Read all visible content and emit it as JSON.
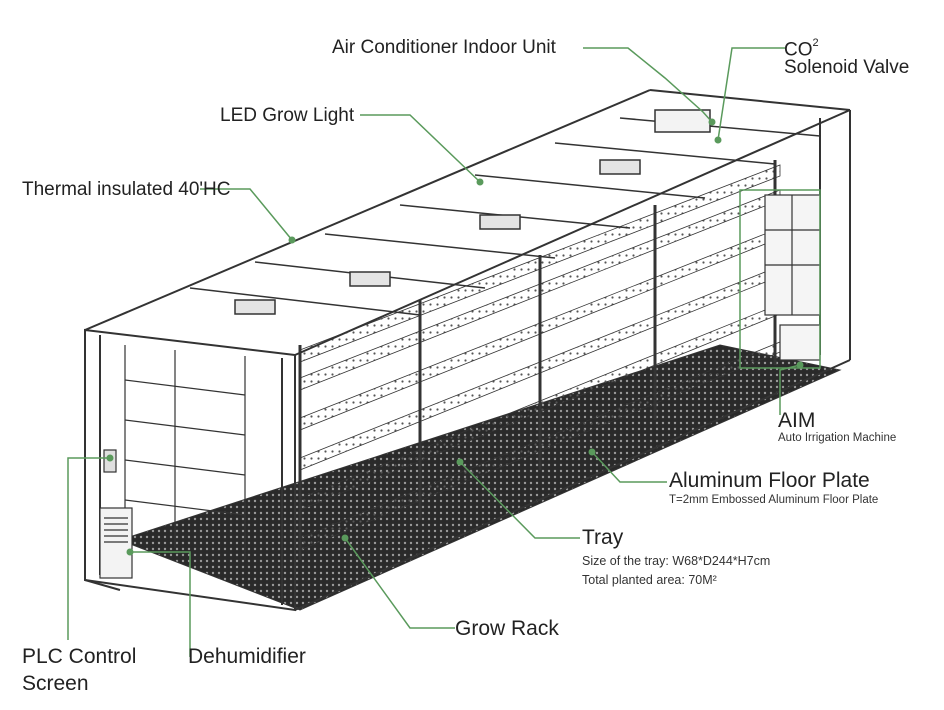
{
  "colors": {
    "leader": "#5a9a5c",
    "line": "#333333",
    "background": "#ffffff"
  },
  "labels": {
    "air_conditioner": "Air Conditioner Indoor Unit",
    "co2_main": "CO",
    "co2_sub": "2",
    "solenoid": "Solenoid Valve",
    "led": "LED Grow Light",
    "thermal": "Thermal insulated 40'HC",
    "aim": "AIM",
    "aim_sub": "Auto Irrigation Machine",
    "floor": "Aluminum Floor Plate",
    "floor_sub": "T=2mm Embossed Aluminum Floor Plate",
    "tray": "Tray",
    "tray_size": "Size of the tray: W68*D244*H7cm",
    "tray_area": "Total planted area: 70M²",
    "grow_rack": "Grow Rack",
    "dehumidifier": "Dehumidifier",
    "plc_line1": "PLC Control",
    "plc_line2": "Screen"
  }
}
